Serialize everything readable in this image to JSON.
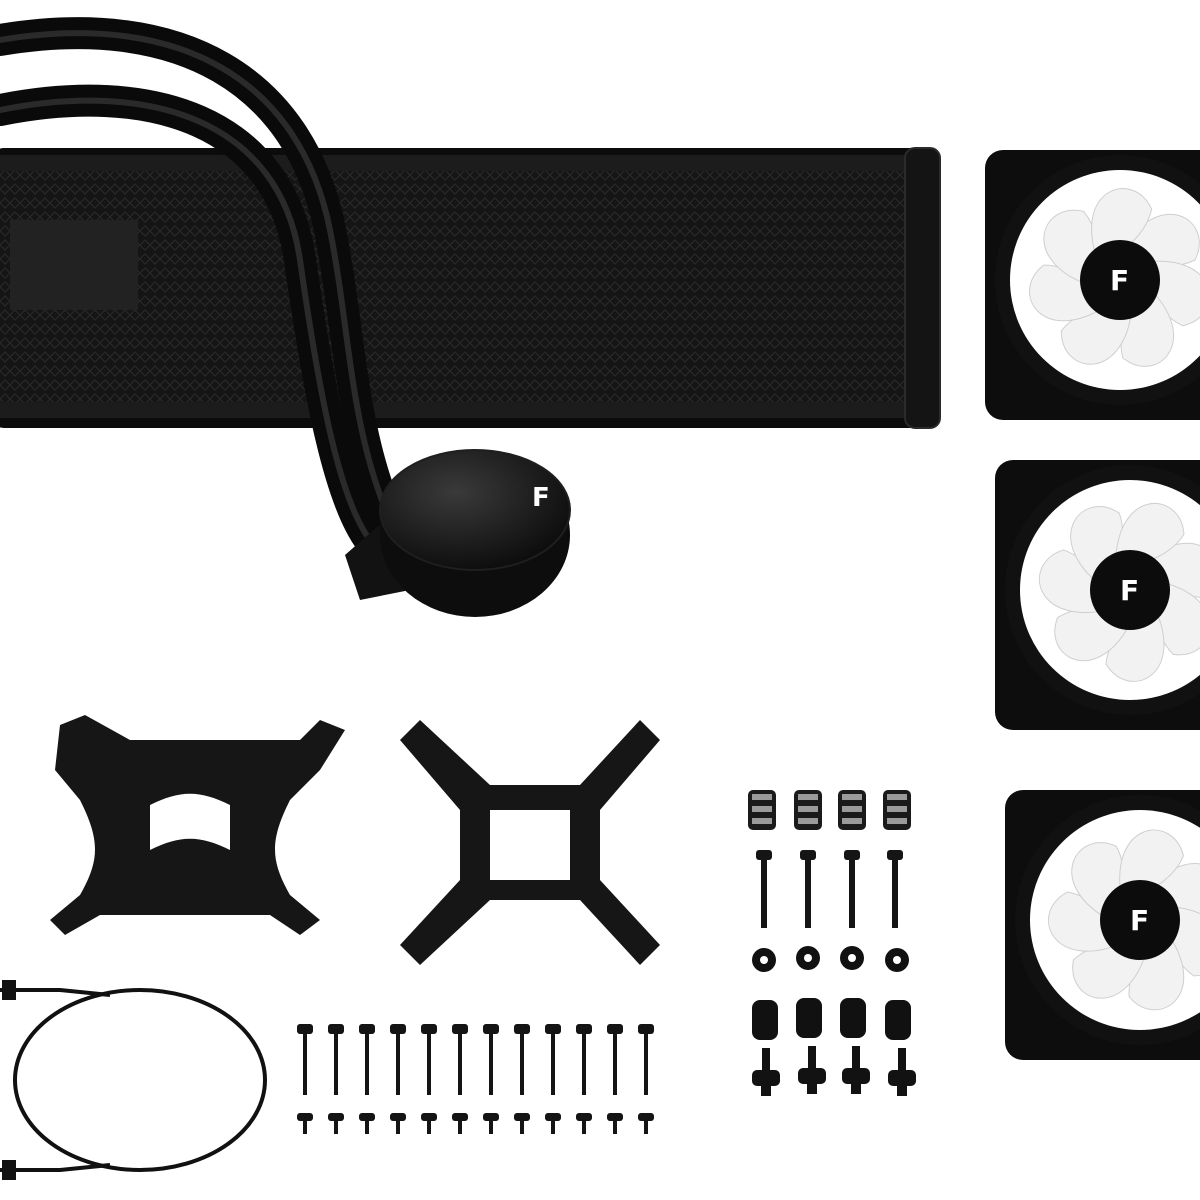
{
  "scene": {
    "background": "#ffffff",
    "product_color": "#111111",
    "blade_color": "#f2f2f2",
    "logo_glyph": "F"
  },
  "kit": {
    "radiator": {
      "present": true
    },
    "pump_block": {
      "present": true
    },
    "fans": {
      "count": 3
    },
    "intel_backplate": {
      "present": true
    },
    "amd_bracket": {
      "present": true
    },
    "fan_screws": {
      "long_count": 12,
      "short_count": 12
    },
    "standoffs": {
      "spring_screws": 4,
      "pins": 4,
      "washers": 4,
      "spacers": 4,
      "thumb_screws": 4
    },
    "cable": {
      "present": true
    }
  }
}
